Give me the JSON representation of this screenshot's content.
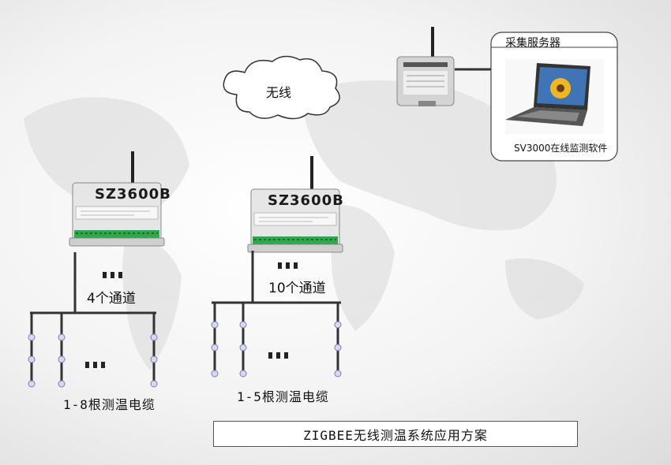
{
  "cloud": {
    "label": "无线"
  },
  "server": {
    "title": "采集服务器",
    "caption": "SV3000在线监测软件"
  },
  "devices": [
    {
      "model": "SZ3600B",
      "channels": "4个通道",
      "cables": "1-8根测温电缆"
    },
    {
      "model": "SZ3600B",
      "channels": "10个通道",
      "cables": "1-5根测温电缆"
    }
  ],
  "footer": {
    "title": "ZIGBEE无线测温系统应用方案"
  },
  "colors": {
    "line": "#333333",
    "device_body": "#e4e4e4",
    "terminal_green": "#2ea84a",
    "sensor": "#7a7ab8"
  }
}
